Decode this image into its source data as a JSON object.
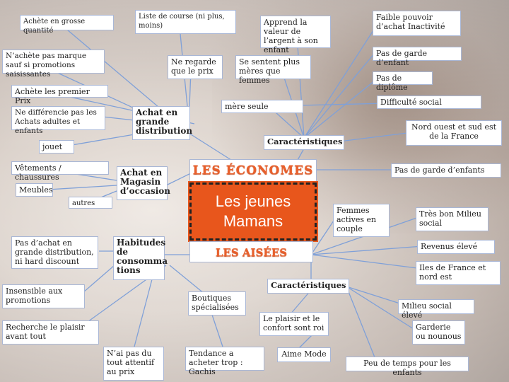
{
  "center": {
    "top_label": "LES ÉCONOMES",
    "main_label": "Les jeunes Mamans",
    "bottom_label": "LES AISÉES"
  },
  "nodes": {
    "achete_quantite": "Achète en grosse quantité",
    "liste_course": "Liste de course (ni plus, moins)",
    "apprend_valeur": "Apprend la valeur de l’argent à son enfant",
    "faible_pouvoir": "Faible pouvoir d’achat Inactivité",
    "pas_marque": "N’achète pas marque sauf si promotions saisissantes",
    "regarde_prix": "Ne regarde que le prix",
    "sentent_plus": "Se sentent plus mères que femmes",
    "garde_enfant": "Pas de garde d’enfant",
    "diplome": "Pas de diplôme",
    "premier_prix": "Achète les premier Prix",
    "difficulte": "Difficulté social",
    "mere_seule": "mère seule",
    "differencie": "Ne différencie pas les Achats adultes et enfants",
    "grande_distrib": "Achat en grande distribution",
    "nord_ouest": "Nord ouest et sud est de la France",
    "caracteristiques1": "Caractéristiques",
    "jouet": "jouet",
    "vetements": "Vêtements / chaussures",
    "occasion": "Achat en Magasin d’occasion",
    "garde_enfants2": "Pas de garde d’enfants",
    "meubles": "Meubles",
    "autres": "autres",
    "femmes_actives": "Femmes actives en couple",
    "milieu_bon": "Très bon Milieu social",
    "pas_achat_gd": "Pas d’achat en grande distribution, ni hard discount",
    "habitudes": "Habitudes de consomma tions",
    "revenus": "Revenus élevé",
    "iles_france": "Iles de France et nord est",
    "insensible": "Insensible aux promotions",
    "caracteristiques2": "Caractéristiques",
    "boutiques": "Boutiques spécialisées",
    "milieu_eleve": "Milieu social élevé",
    "plaisir_confort": "Le plaisir et le confort sont roi",
    "recherche_plaisir": "Recherche le plaisir avant tout",
    "garderie": "Garderie ou nounous",
    "pas_attentif": "N’ai pas du tout attentif au prix",
    "tendance": "Tendance a acheter trop : Gachis",
    "aime_mode": "Aime Mode",
    "peu_temps": "Peu de temps pour les enfants"
  }
}
